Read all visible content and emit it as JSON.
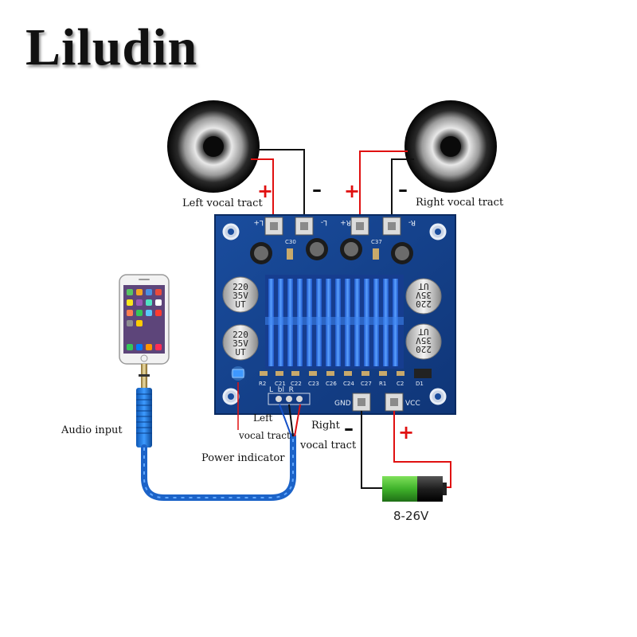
{
  "brand": "Liludin",
  "speakers": {
    "left_label": "Left vocal tract",
    "right_label": "Right vocal tract",
    "plus": "+",
    "minus": "–"
  },
  "board": {
    "terminals": [
      "L+",
      "L-",
      "R+",
      "R-"
    ],
    "power_terminals": [
      "GND",
      "VCC"
    ],
    "components": [
      "C30",
      "C37",
      "R2",
      "C21",
      "C22",
      "C23",
      "C26",
      "C24",
      "C27",
      "R1",
      "C2",
      "D1"
    ],
    "input_pins": "L  bl  R",
    "capacitor_text": [
      "220",
      "35V",
      "UT"
    ],
    "accent_color": "#1f6fd8"
  },
  "audio": {
    "input_label": "Audio input",
    "left_label_line1": "Left",
    "left_label_line2": "vocal tract",
    "right_label_line1": "Right",
    "right_label_line2": "vocal tract",
    "power_indicator": "Power indicator"
  },
  "battery": {
    "voltage": "8-26V",
    "plus": "+",
    "minus": "–"
  }
}
